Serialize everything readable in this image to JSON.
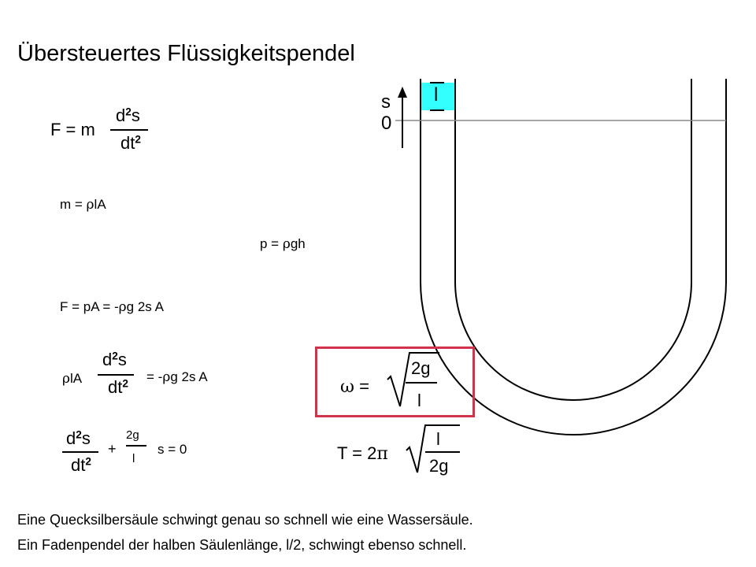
{
  "title": "Übersteuertes Flüssigkeitspendel",
  "eq_newton": {
    "lhs": "F = m",
    "num": "d",
    "num_exp": "2",
    "num_rest": "s",
    "den": "dt",
    "den_exp": "2"
  },
  "eq_mass": {
    "prefix": "m = ",
    "rho": "ρ",
    "rest": "lA"
  },
  "eq_pressure": {
    "prefix": "p = ",
    "rho": "ρ",
    "rest": "gh"
  },
  "eq_force": {
    "prefix": "F = pA = -",
    "rho": "ρ",
    "rest": "g 2s A"
  },
  "eq_motion": {
    "rho": "ρ",
    "lhs_rest": "lA",
    "num": "d",
    "num_exp": "2",
    "num_rest": "s",
    "den": "dt",
    "den_exp": "2",
    "rhs_prefix": "= -",
    "rhs_rho": "ρ",
    "rhs_rest": "g 2s A"
  },
  "eq_ode": {
    "num": "d",
    "num_exp": "2",
    "num_rest": "s",
    "den": "dt",
    "den_exp": "2",
    "plus": "+",
    "frac_num": "2g",
    "frac_den": "l",
    "tail": "s = 0"
  },
  "eq_omega": {
    "omega": "ω",
    "eq": " =",
    "num": "2g",
    "den": "l"
  },
  "eq_period": {
    "prefix": "T = 2",
    "pi": "π",
    "num": "l",
    "den": "2g"
  },
  "diagram": {
    "axis_label_s": "s",
    "axis_label_zero": "0",
    "column_label": "l",
    "fluid_color": "#33ffff",
    "tube_color": "#000000",
    "reference_line_color": "#888888"
  },
  "highlight_color": "#d2324b",
  "footer": {
    "line1": "Eine Quecksilbersäule schwingt genau so schnell wie eine Wassersäule.",
    "line2": "Ein Fadenpendel der halben Säulenlänge, l/2, schwingt ebenso schnell."
  }
}
